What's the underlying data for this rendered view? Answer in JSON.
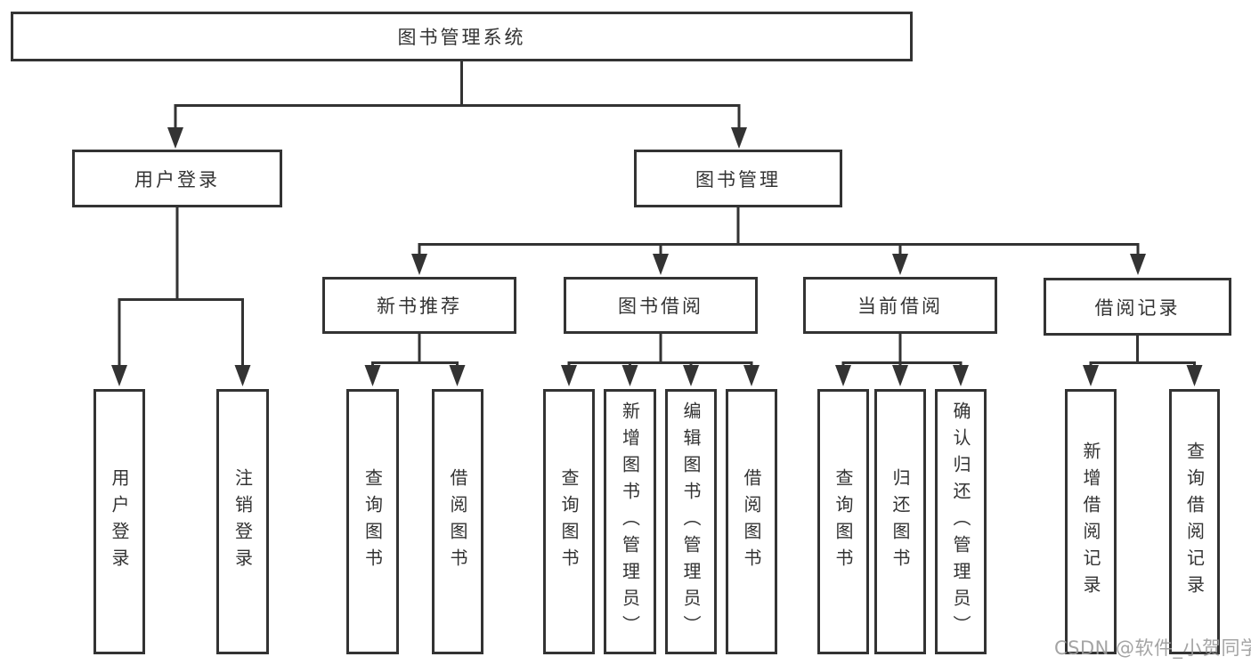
{
  "diagram": {
    "root_label": "图书管理系统",
    "level2": [
      {
        "label": "用户登录"
      },
      {
        "label": "图书管理"
      }
    ],
    "level3": [
      {
        "label": "新书推荐"
      },
      {
        "label": "图书借阅"
      },
      {
        "label": "当前借阅"
      },
      {
        "label": "借阅记录"
      }
    ],
    "leaves": {
      "user_login": [
        {
          "label": "用户登录"
        },
        {
          "label": "注销登录"
        }
      ],
      "new_book_recommendation": [
        {
          "label": "查询图书"
        },
        {
          "label": "借阅图书"
        }
      ],
      "book_borrowing": [
        {
          "label": "查询图书"
        },
        {
          "label": "新增图书（管理员）"
        },
        {
          "label": "编辑图书（管理员）"
        },
        {
          "label": "借阅图书"
        }
      ],
      "current_borrowing": [
        {
          "label": "查询图书"
        },
        {
          "label": "归还图书"
        },
        {
          "label": "确认归还（管理员）"
        }
      ],
      "borrowing_records": [
        {
          "label": "新增借阅记录"
        },
        {
          "label": "查询借阅记录"
        }
      ]
    }
  },
  "watermark": {
    "text": "CSDN @软件_小贺同学"
  },
  "colors": {
    "line": "#333333",
    "text": "#333333",
    "background": "#ffffff",
    "watermark": "#9b9b9b"
  }
}
